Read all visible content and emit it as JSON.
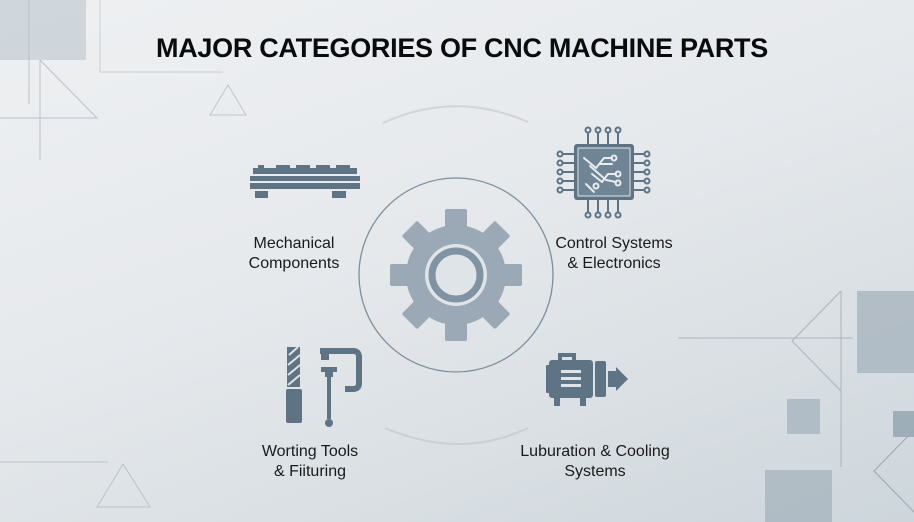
{
  "title": "MAJOR CATEGORIES OF CNC MACHINE PARTS",
  "center": {
    "icon": "gear-icon"
  },
  "categories": [
    {
      "id": "mechanical",
      "line1": "Mechanical",
      "line2": "Components",
      "icon": "machine-bed-icon",
      "position": "top-left"
    },
    {
      "id": "control",
      "line1": "Control Systems",
      "line2": "& Electronics",
      "icon": "microchip-icon",
      "position": "top-right"
    },
    {
      "id": "tools",
      "line1": "Worting Tools",
      "line2": "& Fiituring",
      "icon": "drill-bit-and-clamp-icon",
      "position": "bottom-left"
    },
    {
      "id": "lubrication",
      "line1": "Luburation & Cooling",
      "line2": "Systems",
      "icon": "motor-pump-icon",
      "position": "bottom-right"
    }
  ],
  "colors": {
    "icon": "#5e7485",
    "gear": "#9aa9b5",
    "gear_ring": "#7f93a2",
    "circle_outline": "#7d8f9c",
    "title": "#0b0b0b",
    "background": "#e6e9ec"
  }
}
